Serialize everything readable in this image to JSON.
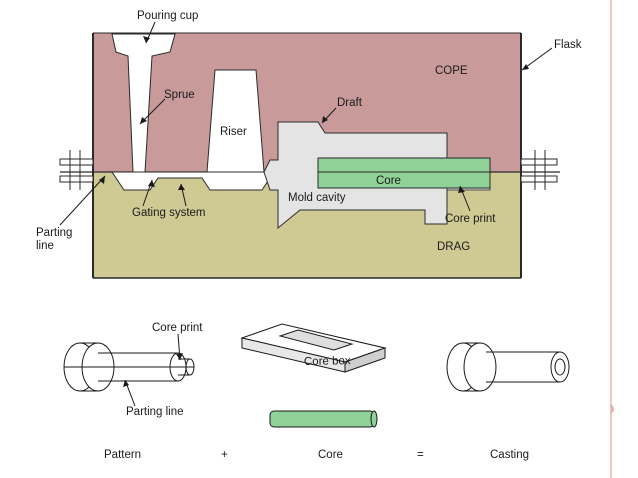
{
  "colors": {
    "cope": "#c99a9a",
    "drag": "#cfc994",
    "core": "#8fd196",
    "flask_line": "#2a2a2a",
    "core_print": "#d9d9d9"
  },
  "mold": {
    "pouring_cup": "Pouring cup",
    "sprue": "Sprue",
    "riser": "Riser",
    "draft": "Draft",
    "cope": "COPE",
    "flask": "Flask",
    "core": "Core",
    "mold_cavity": "Mold cavity",
    "gating_system": "Gating system",
    "parting_line": "Parting",
    "parting_line_2": "line",
    "core_print": "Core print",
    "drag": "DRAG"
  },
  "parts": {
    "core_print": "Core print",
    "core_box": "Core box",
    "parting_line": "Parting line"
  },
  "equation": {
    "pattern": "Pattern",
    "plus": "+",
    "core": "Core",
    "equals": "=",
    "casting": "Casting"
  }
}
